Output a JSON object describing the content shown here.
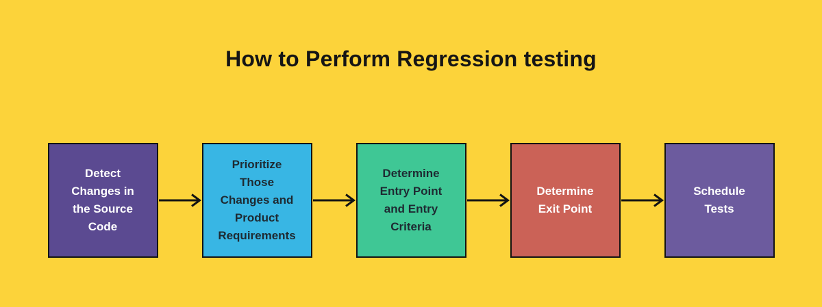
{
  "title": "How to Perform Regression testing",
  "colors": {
    "background": "#FCD33A",
    "title_text": "#151515",
    "box_border": "#131313",
    "arrow": "#131313"
  },
  "steps": [
    {
      "label": "Detect Changes in the Source Code",
      "bg": "#5B4A91",
      "fg": "#FFFFFF"
    },
    {
      "label": "Prioritize Those Changes and Product Requirements",
      "bg": "#38B6E4",
      "fg": "#1E2A32"
    },
    {
      "label": "Determine Entry Point and Entry Criteria",
      "bg": "#3FC795",
      "fg": "#1E2A32"
    },
    {
      "label": "Determine Exit Point",
      "bg": "#CB6257",
      "fg": "#FFFFFF"
    },
    {
      "label": "Schedule Tests",
      "bg": "#6C5B9E",
      "fg": "#FFFFFF"
    }
  ],
  "arrow_icon": "right-arrow"
}
